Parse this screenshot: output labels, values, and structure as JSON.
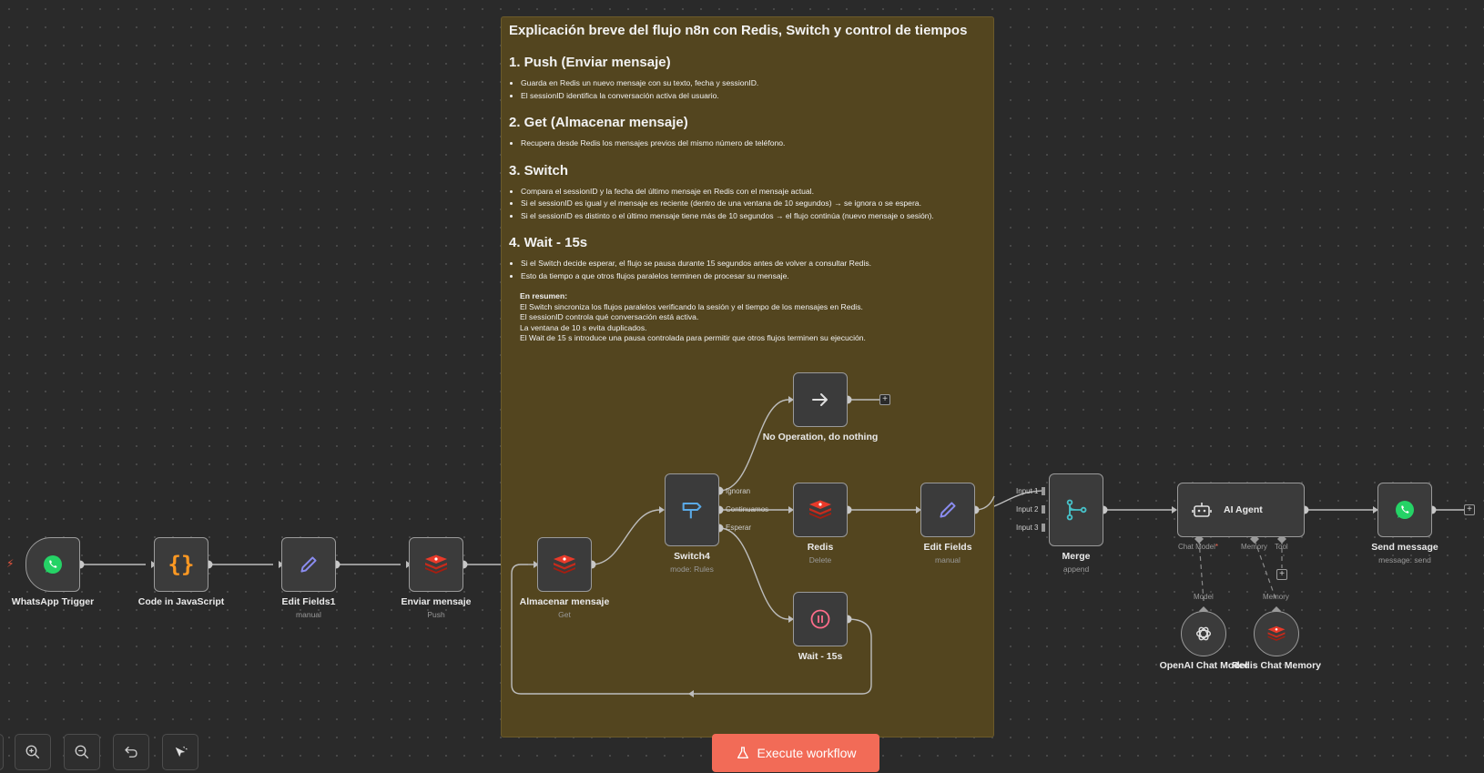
{
  "sticky": {
    "title": "Explicación breve del flujo n8n con Redis, Switch y control de tiempos",
    "sections": [
      {
        "heading": "1. Push (Enviar mensaje)",
        "bullets": [
          "Guarda en Redis un nuevo mensaje con su texto, fecha y sessionID.",
          "El sessionID identifica la conversación activa del usuario."
        ]
      },
      {
        "heading": "2. Get (Almacenar mensaje)",
        "bullets": [
          "Recupera desde Redis los mensajes previos del mismo número de teléfono."
        ]
      },
      {
        "heading": "3. Switch",
        "bullets": [
          "Compara el sessionID y la fecha del último mensaje en Redis con el mensaje actual.",
          "Si el sessionID es igual y el mensaje es reciente (dentro de una ventana de 10 segundos) → se ignora o se espera.",
          "Si el sessionID es distinto o el último mensaje tiene más de 10 segundos → el flujo continúa (nuevo mensaje o sesión)."
        ]
      },
      {
        "heading": "4. Wait - 15s",
        "bullets": [
          "Si el Switch decide esperar, el flujo se pausa durante 15 segundos antes de volver a consultar Redis.",
          "Esto da tiempo a que otros flujos paralelos terminen de procesar su mensaje."
        ]
      }
    ],
    "summary": [
      "En resumen:",
      "El Switch sincroniza los flujos paralelos verificando la sesión y el tiempo de los mensajes en Redis.",
      "El sessionID controla qué conversación está activa.",
      "La ventana de 10 s evita duplicados.",
      "El Wait de 15 s introduce una pausa controlada para permitir que otros flujos terminen su ejecución."
    ]
  },
  "nodes": {
    "whatsapp_trigger": {
      "label": "WhatsApp Trigger"
    },
    "code_js": {
      "label": "Code in JavaScript"
    },
    "edit_fields1": {
      "label": "Edit Fields1",
      "sub": "manual"
    },
    "enviar_mensaje": {
      "label": "Enviar mensaje",
      "sub": "Push"
    },
    "almacenar_mensaje": {
      "label": "Almacenar mensaje",
      "sub": "Get"
    },
    "switch4": {
      "label": "Switch4",
      "sub": "mode: Rules",
      "outputs": [
        "Ignoran",
        "Continuamos",
        "Esperar"
      ]
    },
    "no_op": {
      "label": "No Operation, do nothing"
    },
    "redis": {
      "label": "Redis",
      "sub": "Delete"
    },
    "wait": {
      "label": "Wait - 15s"
    },
    "edit_fields": {
      "label": "Edit Fields",
      "sub": "manual"
    },
    "merge": {
      "label": "Merge",
      "sub": "append",
      "inputs": [
        "Input 1",
        "Input 2",
        "Input 3"
      ]
    },
    "ai_agent": {
      "label": "AI Agent",
      "ports": [
        "Chat Model",
        "Memory",
        "Tool"
      ],
      "required_mark": "*"
    },
    "send_message": {
      "label": "Send message",
      "sub": "message: send"
    },
    "openai_model": {
      "label": "OpenAI Chat Model",
      "port": "Model"
    },
    "redis_memory": {
      "label": "Redis Chat Memory",
      "port": "Memory"
    }
  },
  "toolbar": {
    "execute_label": "Execute workflow"
  },
  "colors": {
    "canvas": "#2a2a2a",
    "sticky": "#53451f",
    "execute": "#f26b57",
    "redis": "#d82c20",
    "whatsapp": "#25d366",
    "code": "#ff9922",
    "edit": "#8a8cf0",
    "switch": "#5aa9e6",
    "wait": "#ff6d8a",
    "merge": "#47c1c8"
  }
}
